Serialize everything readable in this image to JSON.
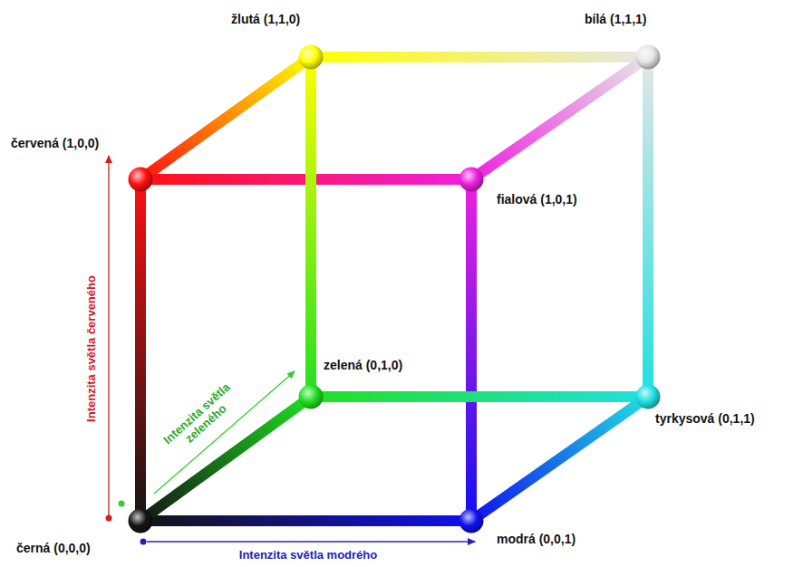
{
  "diagram": {
    "nodes": [
      {
        "text": [
          "žlutá (1,1,0)"
        ]
      },
      {
        "text": [
          "bílá (1,1,1)"
        ]
      },
      {
        "text": [
          "červená (1,0,0)"
        ]
      },
      {
        "text": [
          "fialová (1,0,1)"
        ]
      },
      {
        "text": [
          "zelená (0,1,0)"
        ]
      },
      {
        "text": [
          "tyrkysová (0,1,1)"
        ]
      },
      {
        "text": [
          "černá (0,0,0)"
        ]
      },
      {
        "text": [
          "modrá (0,0,1)"
        ]
      }
    ],
    "edges": [
      {
        "from": 2,
        "to": 0,
        "arrow": "none"
      },
      {
        "from": 0,
        "to": 1,
        "arrow": "none"
      },
      {
        "from": 2,
        "to": 3,
        "arrow": "none"
      },
      {
        "from": 3,
        "to": 1,
        "arrow": "none"
      },
      {
        "from": 1,
        "to": 5,
        "arrow": "none"
      },
      {
        "from": 0,
        "to": 4,
        "arrow": "none"
      },
      {
        "from": 3,
        "to": 7,
        "arrow": "none"
      },
      {
        "from": 2,
        "to": 6,
        "arrow": "none"
      },
      {
        "from": 6,
        "to": 7,
        "arrow": "none"
      },
      {
        "from": 6,
        "to": 4,
        "arrow": "none"
      },
      {
        "from": 4,
        "to": 5,
        "arrow": "none"
      },
      {
        "from": 7,
        "to": 5,
        "arrow": "none"
      }
    ],
    "labels": [
      "Intenzita světla červeného",
      "Intenzita světla zeleného",
      "Intenzita světla modrého"
    ]
  }
}
